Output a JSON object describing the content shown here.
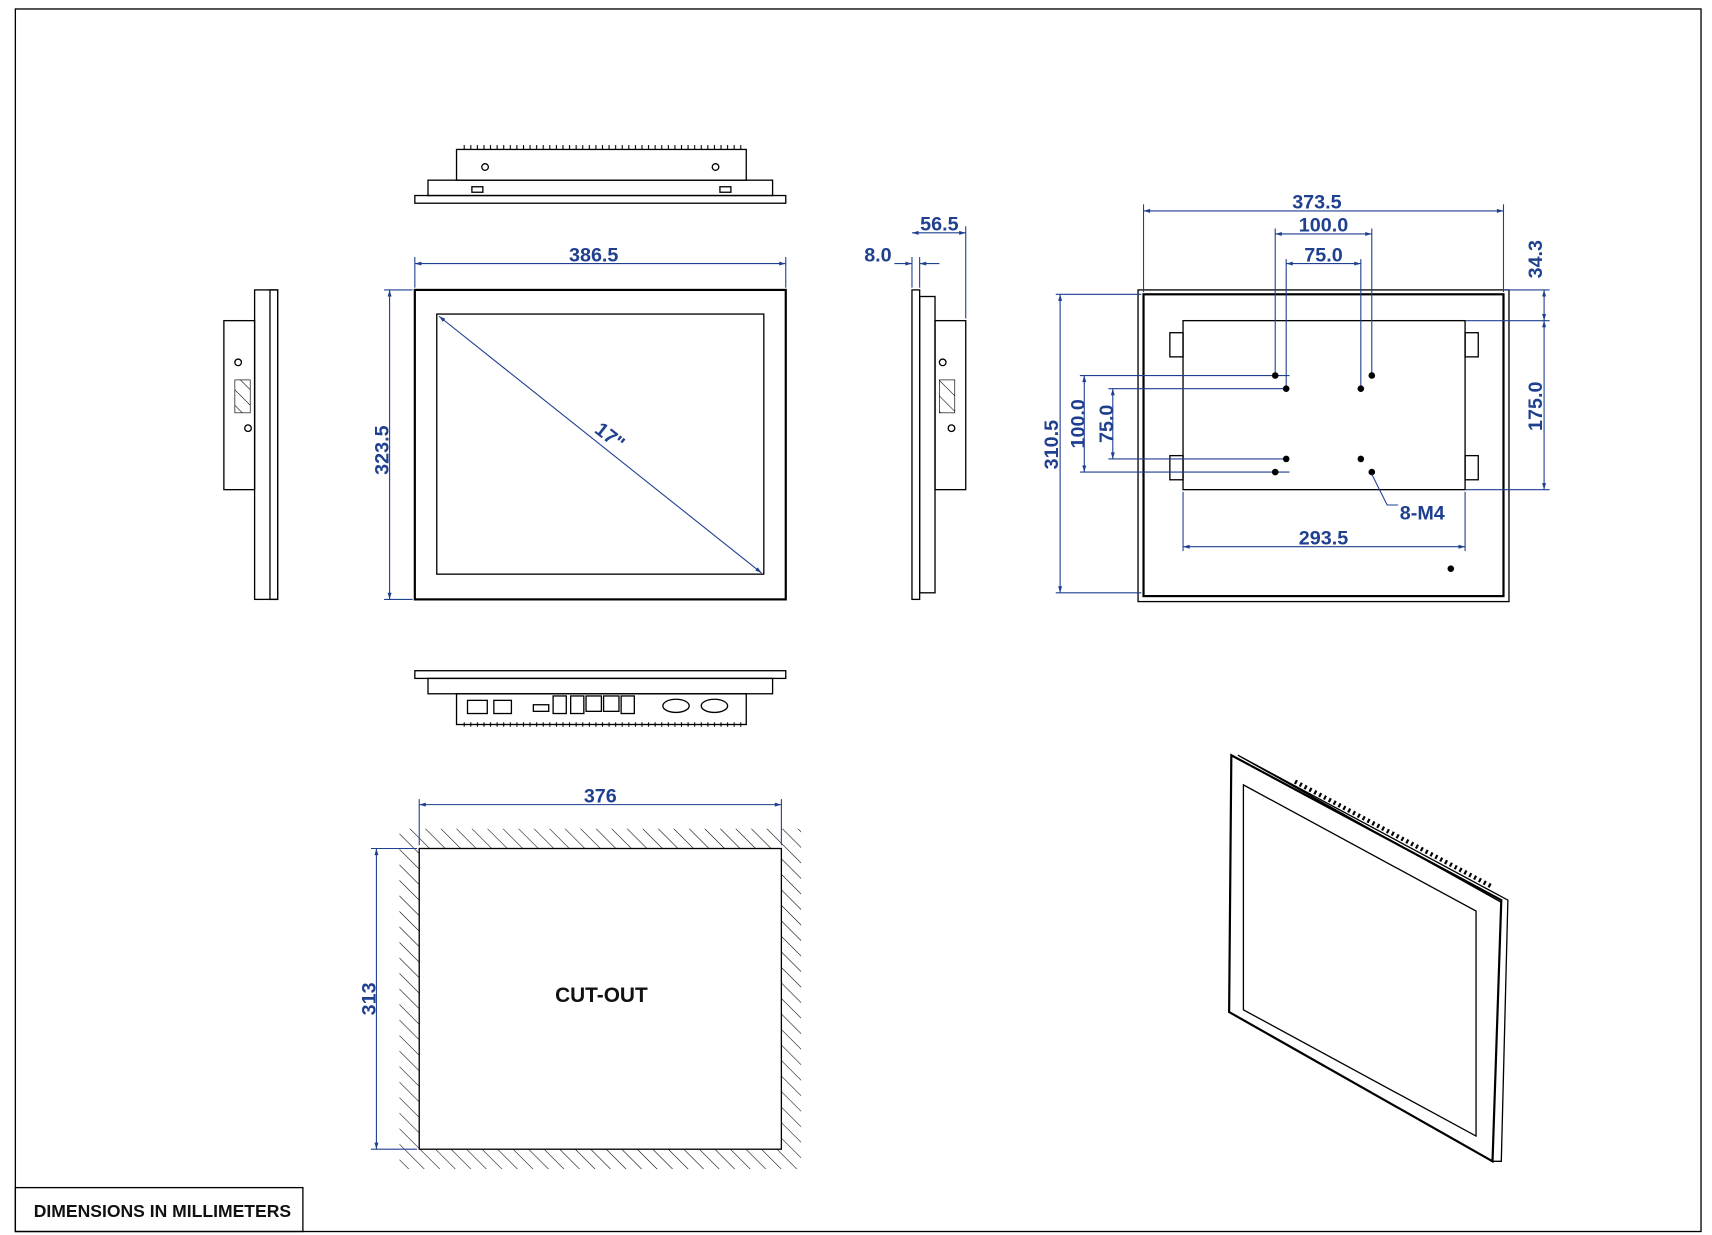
{
  "colors": {
    "dimension": "#1f3f8f",
    "outline": "#000000"
  },
  "front_view": {
    "width_label": "386.5",
    "height_label": "323.5",
    "diagonal_label": "17\""
  },
  "side_view": {
    "bezel_label": "8.0",
    "depth_label": "56.5"
  },
  "rear_view": {
    "width_label": "373.5",
    "vesa_outer_h_label": "100.0",
    "vesa_inner_h_label": "75.0",
    "top_offset_label": "34.3",
    "heatsink_height_label": "175.0",
    "height_label": "310.5",
    "vesa_outer_v_label": "100.0",
    "vesa_inner_v_label": "75.0",
    "screw_label": "8-M4",
    "heatsink_width_label": "293.5"
  },
  "cutout": {
    "width_label": "376",
    "height_label": "313",
    "title": "CUT-OUT"
  },
  "footer": {
    "units_note": "DIMENSIONS IN MILLIMETERS"
  }
}
